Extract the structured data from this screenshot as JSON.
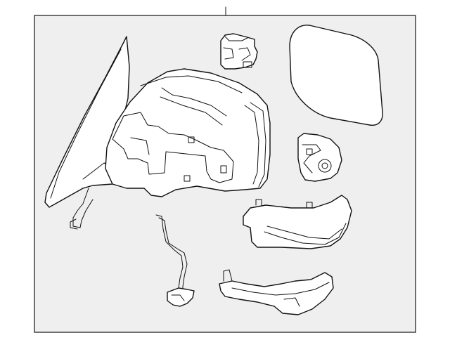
{
  "diagram": {
    "background": "#ffffff",
    "panel_fill": "#efefef",
    "line_color": "#111111",
    "parts": [
      {
        "id": "mirror-assembly",
        "icon": "side-mirror-assembly"
      },
      {
        "id": "mirror-motor",
        "icon": "actuator-motor"
      },
      {
        "id": "mirror-glass",
        "icon": "mirror-glass"
      },
      {
        "id": "glass-holder",
        "icon": "glass-backing-plate"
      },
      {
        "id": "turn-signal-lamp",
        "icon": "signal-lamp"
      },
      {
        "id": "wire-harness",
        "icon": "wiring-harness"
      },
      {
        "id": "lower-cover",
        "icon": "lower-cover"
      }
    ]
  }
}
